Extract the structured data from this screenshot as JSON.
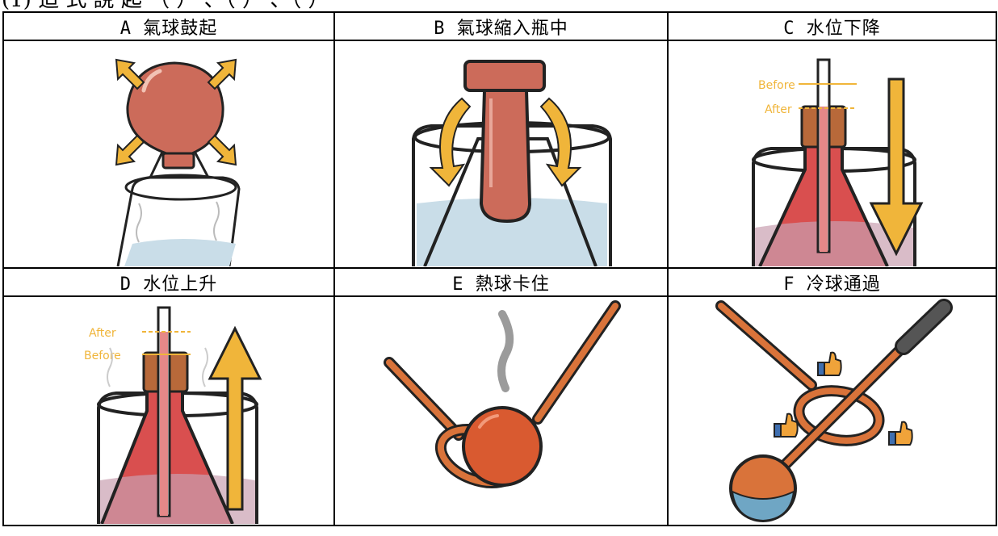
{
  "header_fragment": "(1) 造 式 說 起 （ ） 、（ ） 、（ ）",
  "cells": [
    {
      "label": "A 氣球鼓起"
    },
    {
      "label": "B 氣球縮入瓶中"
    },
    {
      "label": "C 水位下降",
      "marks": {
        "before": "Before",
        "after": "After"
      }
    },
    {
      "label": "D 水位上升",
      "marks": {
        "before": "Before",
        "after": "After"
      }
    },
    {
      "label": "E 熱球卡住"
    },
    {
      "label": "F  冷球通過"
    }
  ],
  "colors": {
    "balloon": "#cc6b5a",
    "arrow": "#f0b53a",
    "liquid": "#d94f4f",
    "water": "#c9dde8",
    "copper": "#d9733a",
    "ball": "#d95a30",
    "steam": "#9b9b9b",
    "thumb_blue": "#3f6fb0",
    "thumb_orange": "#f0a33a"
  },
  "icons": [
    "expand-arrow-icon",
    "down-arrow-icon",
    "up-arrow-icon",
    "thumbs-up-icon",
    "steam-icon"
  ]
}
